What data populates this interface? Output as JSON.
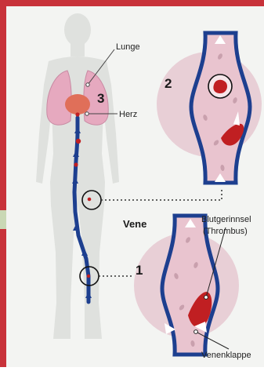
{
  "colors": {
    "frame": "#c8323a",
    "panel_bg": "#f3f4f2",
    "body": "#dfe1de",
    "lung": "#e6a9bf",
    "heart": "#e06f59",
    "vein": "#1d3f8f",
    "clot": "#c01f22",
    "vessel_fill": "#e9c4cf",
    "circle_bg": "#e8cfd6"
  },
  "labels": {
    "lunge": "Lunge",
    "herz": "Herz",
    "vene": "Vene",
    "blutgerinnsel": "Blutgerinnsel",
    "thrombus": "(Thrombus)",
    "venenklappe": "Venenklappe"
  },
  "steps": {
    "one": "1",
    "two": "2",
    "three": "3"
  }
}
